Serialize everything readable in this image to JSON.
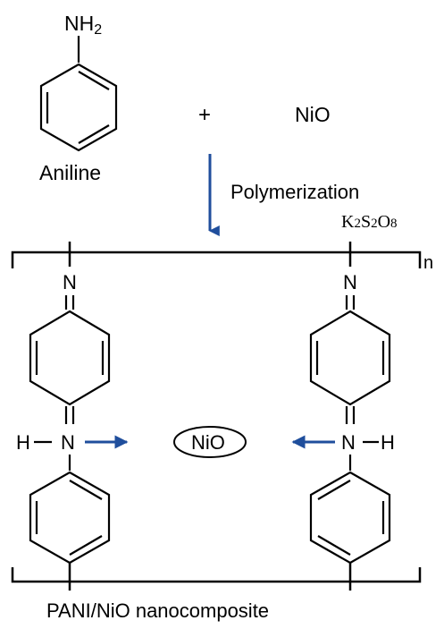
{
  "reactants": {
    "aniline_group": "NH",
    "aniline_group_sub": "2",
    "plus": "+",
    "nio": "NiO",
    "aniline_label": "Aniline"
  },
  "reaction": {
    "process": "Polymerization",
    "oxidant": "K2S2O8",
    "arrow_color": "#1f4e9c"
  },
  "product": {
    "repeat_unit": "n",
    "left_n_top": "N",
    "right_n_top": "N",
    "left_n_mid": "N",
    "right_n_mid": "N",
    "left_h": "H",
    "right_h": "H",
    "center": "NiO",
    "label": "PANI/NiO nanocomposite"
  }
}
